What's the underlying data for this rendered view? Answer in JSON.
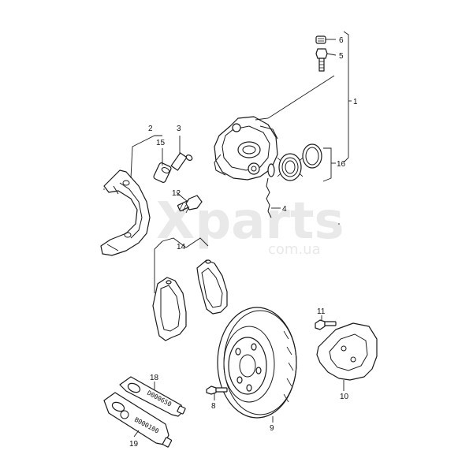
{
  "watermark": {
    "brand": "Xparts",
    "domain": "com.ua"
  },
  "callouts": {
    "c1": "1",
    "c2": "2",
    "c3": "3",
    "c4": "4",
    "c5": "5",
    "c6": "6",
    "c8": "8",
    "c9": "9",
    "c10": "10",
    "c11": "11",
    "c12": "12",
    "c14": "14",
    "c15": "15",
    "c16": "16",
    "c18": "18",
    "c19": "19"
  },
  "tubes": {
    "upper_code": "D000650",
    "lower_code": "B000100"
  }
}
